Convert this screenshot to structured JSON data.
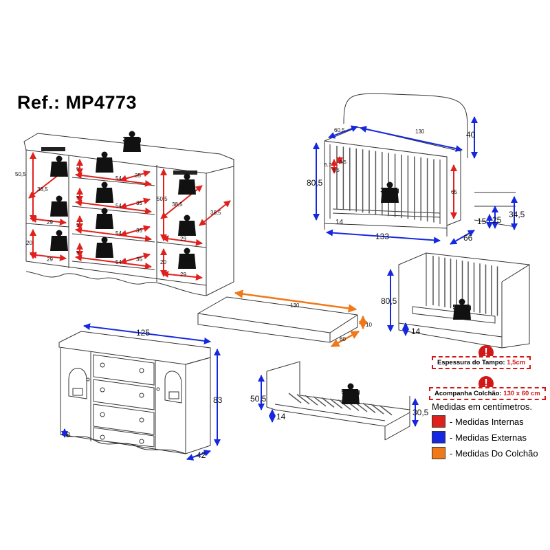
{
  "title": "Ref.: MP4773",
  "weights": {
    "top": "30 Kg",
    "drawer": "3 Kg",
    "shelf_mid": "7 Kg",
    "shelf_bottom": "15 Kg",
    "crib": "35 Kg",
    "bed": "50 Kg"
  },
  "dresser": {
    "internal": {
      "height_left": "50,5",
      "depth_left": "38,5",
      "shelf_width": "29",
      "lower_height": "20",
      "drawer_width": "54",
      "drawer_depth": "35",
      "drawer_height": "9",
      "side_depth": "38,5"
    },
    "external": {
      "width": "125",
      "height": "83",
      "depth": "42",
      "foot": "8"
    }
  },
  "crib": {
    "depth": "60,5",
    "inner_width": "130",
    "headboard": "40",
    "height": "80,5",
    "bar_gap": "5,7",
    "bar_gap2": "5,5",
    "bar_gap3": "5,5",
    "inner_height": "65",
    "base": "14",
    "length": "133",
    "outer_depth": "66",
    "leg": "15",
    "mid": "25",
    "side_height": "34,5"
  },
  "sofa": {
    "height": "80,5",
    "base": "14"
  },
  "mattress": {
    "length": "130",
    "thickness": "10",
    "width": "60"
  },
  "bed": {
    "head_height": "50,5",
    "base": "14",
    "foot_height": "30,5"
  },
  "notes": {
    "top_thickness_label": "Espessura do Tampo:",
    "top_thickness_value": "1,5cm",
    "mattress_label": "Acompanha Colchão:",
    "mattress_value": "130 x 60 cm"
  },
  "legend": {
    "title": "Medidas em centímetros.",
    "items": [
      {
        "color": "#e0201c",
        "label": "- Medidas Internas"
      },
      {
        "color": "#1528e0",
        "label": "- Medidas Externas"
      },
      {
        "color": "#f07818",
        "label": "- Medidas Do Colchão"
      }
    ]
  },
  "colors": {
    "internal": "#e0201c",
    "external": "#1528e0",
    "mattress": "#f07818",
    "warning": "#d01818"
  }
}
